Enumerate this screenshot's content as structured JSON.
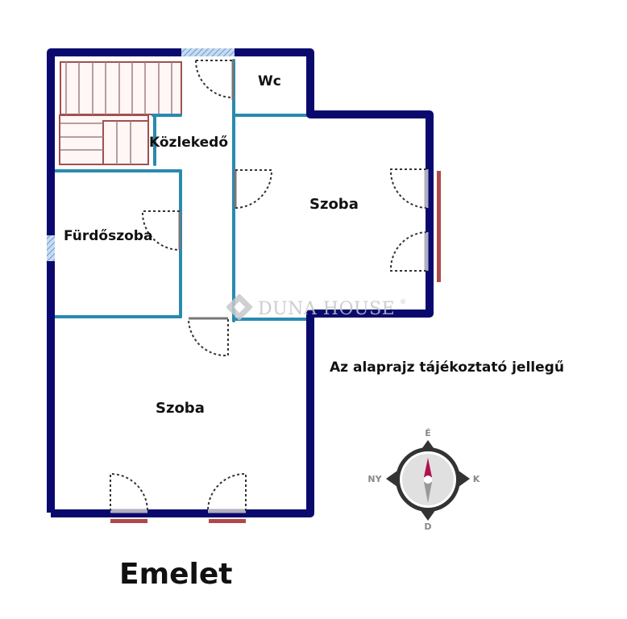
{
  "plan": {
    "title": "Emelet",
    "disclaimer": "Az alaprajz tájékoztató jellegű",
    "watermark": "DUNA HOUSE",
    "watermark_mark": "®",
    "rooms": [
      {
        "name": "Wc"
      },
      {
        "name": "Közlekedő"
      },
      {
        "name": "Szoba"
      },
      {
        "name": "Fürdőszoba"
      },
      {
        "name": "Szoba"
      }
    ]
  },
  "compass": {
    "north": "É",
    "south": "D",
    "east": "K",
    "west": "NY"
  },
  "colors": {
    "outer_wall": "#0a0a6e",
    "inner_wall": "#2a8ab0",
    "stairs": "#a05050",
    "window_bar": "#b04848",
    "compass_needle": "#b01050"
  }
}
